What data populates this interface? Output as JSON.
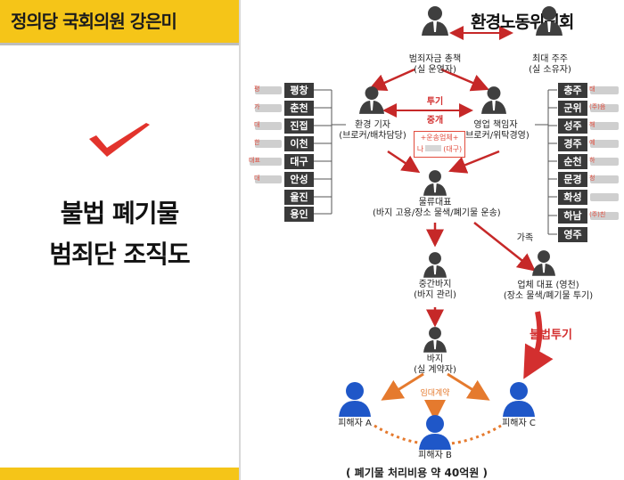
{
  "header": {
    "title": "정의당 국회의원 강은미"
  },
  "left_panel": {
    "line1": "불법 폐기물",
    "line2": "범죄단 조직도",
    "check_icon": "checkmark-icon",
    "accent": "#f5c518"
  },
  "diagram": {
    "title": "환경노동위원회",
    "nodes": {
      "boss_name": "범죄자금 총책",
      "boss_role": "(실 운영자)",
      "owner_name": "최대 주주",
      "owner_role": "(실 소유자)",
      "reporter_name": "환경 기자",
      "reporter_role": "(브로커/배차담당)",
      "sales_name": "영업 책임자",
      "sales_role": "(브로커/위탁경영)",
      "logistics_name": "물류대표",
      "logistics_role": "(바지 고용/장소 물색/폐기물 운송)",
      "middle_name": "중간바지",
      "middle_role": "(바지 관리)",
      "bazi_name": "바지",
      "bazi_role": "(실 계약자)",
      "company_name": "업체 대표 (영천)",
      "company_role": "(장소 물색/폐기물 투기)",
      "victim_a": "피해자 A",
      "victim_b": "피해자 B",
      "victim_c": "피해자 C"
    },
    "edge_labels": {
      "dumping": "투기",
      "brokering": "중개",
      "transport_1": "+운송업체+",
      "transport_2": "나",
      "transport_3": "(대구)",
      "family": "가족",
      "illegal_dumping": "불법투기",
      "lease": "임대계약"
    },
    "left_cities": [
      "평창",
      "춘천",
      "진접",
      "이천",
      "대구",
      "안성",
      "울진",
      "용인"
    ],
    "left_tags": [
      "평",
      "가",
      "대",
      "한",
      "대표",
      "대",
      "",
      ""
    ],
    "right_cities": [
      "충주",
      "군위",
      "성주",
      "경주",
      "순천",
      "문경",
      "화성",
      "하남",
      "영주"
    ],
    "right_tags": [
      "태",
      "(주)음",
      "해",
      "예",
      "하",
      "청",
      "",
      "(주)친",
      ""
    ],
    "cost_note": "( 폐기물 처리비용 약 40억원 )"
  }
}
